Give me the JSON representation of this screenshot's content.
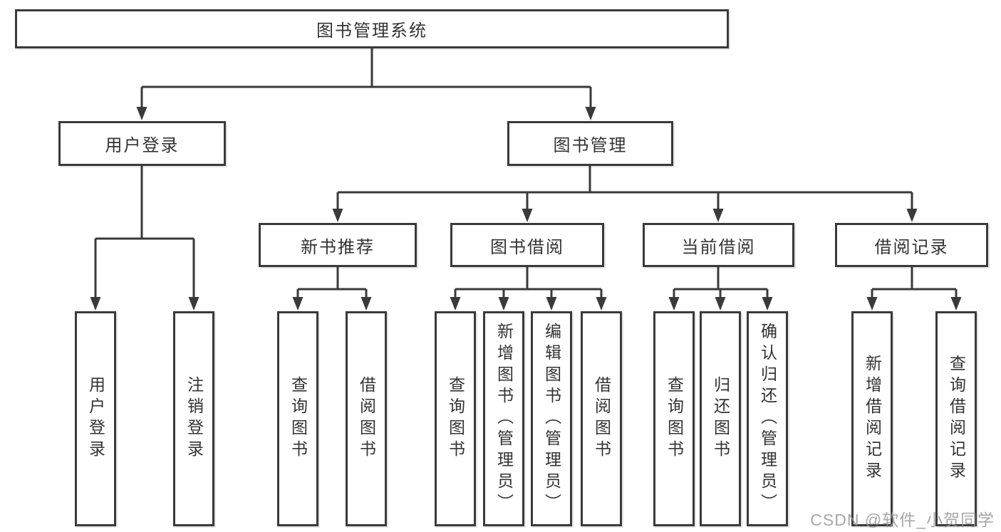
{
  "diagram": {
    "title": "图书管理系统",
    "level2": [
      "用户登录",
      "图书管理"
    ],
    "level3": [
      "新书推荐",
      "图书借阅",
      "当前借阅",
      "借阅记录"
    ],
    "leaves": [
      "用户登录",
      "注销登录",
      "查询图书",
      "借阅图书",
      "查询图书",
      "新增图书（管理员）",
      "编辑图书（管理员）",
      "借阅图书",
      "查询图书",
      "归还图书",
      "确认归还（管理员）",
      "新增借阅记录",
      "查询借阅记录"
    ],
    "watermark": "CSDN @软件_小贺同学",
    "colors": {
      "line": "#3a3a3a",
      "text": "#333333",
      "watermark": "#949494",
      "background": "#ffffff"
    }
  }
}
